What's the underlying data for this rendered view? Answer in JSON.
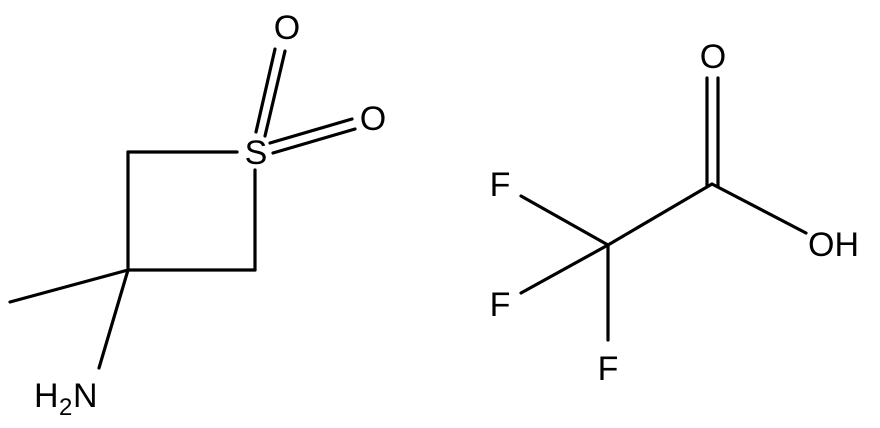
{
  "molecule_1": {
    "atoms": {
      "sulfur": "S",
      "oxygen_top": "O",
      "oxygen_right": "O",
      "amine_h": "H",
      "amine_subscript": "2",
      "amine_n": "N"
    }
  },
  "molecule_2": {
    "atoms": {
      "carbonyl_oxygen": "O",
      "hydroxyl": "OH",
      "fluorine_top": "F",
      "fluorine_left": "F",
      "fluorine_bottom": "F"
    }
  },
  "colors": {
    "bond": "#000000",
    "label": "#000000",
    "background": "#ffffff"
  }
}
